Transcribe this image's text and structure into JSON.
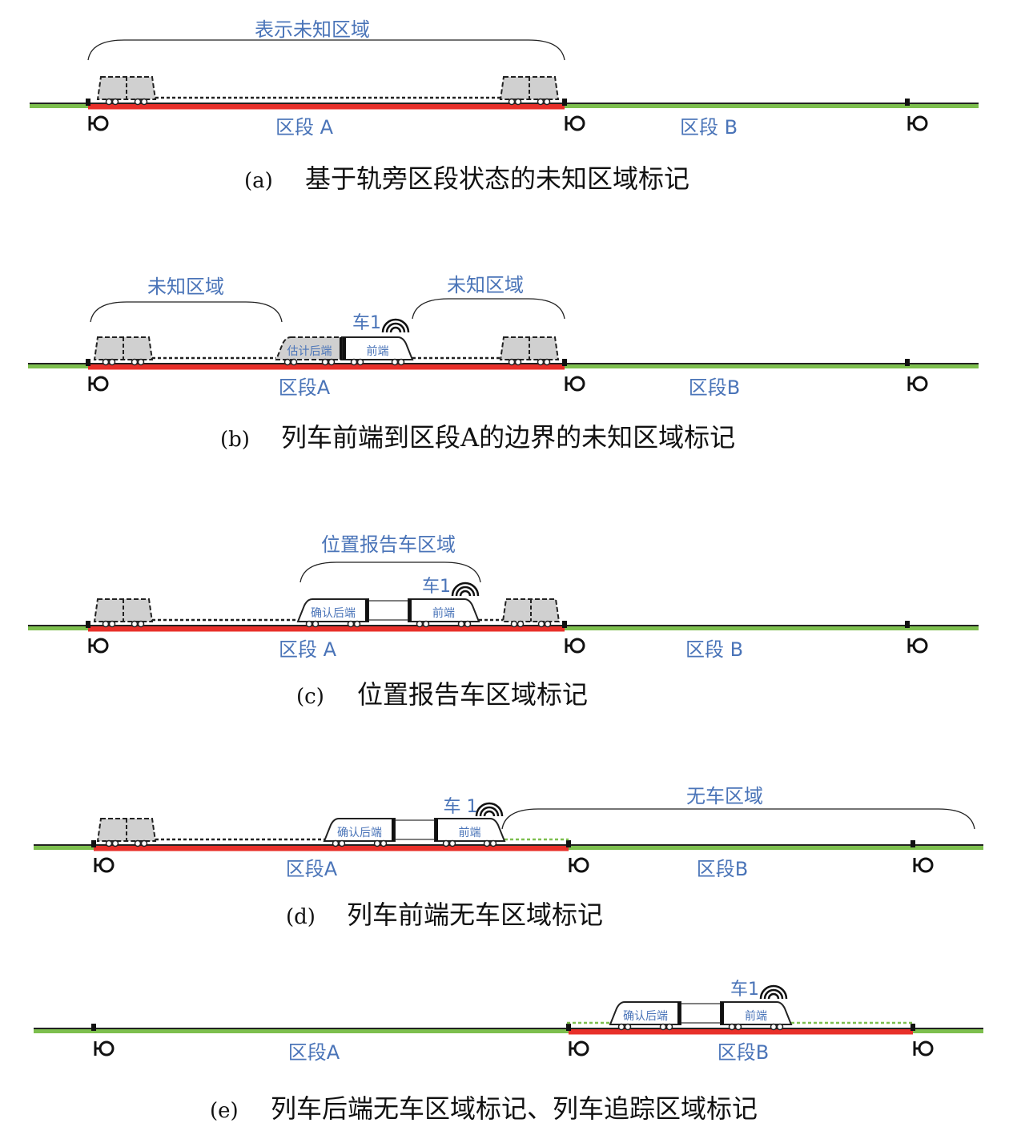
{
  "colors": {
    "occupied": "#e8302a",
    "free": "#7dbf4e",
    "label": "#4a74b8",
    "ghost": "#d0d0d0"
  },
  "panels": [
    {
      "caption_tag": "(a)",
      "caption": "基于轨旁区段状态的未知区域标记",
      "section_a": "区段 A",
      "section_b": "区段  B",
      "braces": [
        "表示未知区域"
      ],
      "train_label": null
    },
    {
      "caption_tag": "(b)",
      "caption": "列车前端到区段A的边界的未知区域标记",
      "section_a": "区段A",
      "section_b": "区段B",
      "braces": [
        "未知区域",
        "未知区域"
      ],
      "train_label": "车1",
      "rear_label": "估计后端",
      "front_label": "前端"
    },
    {
      "caption_tag": "(c)",
      "caption": "位置报告车区域标记",
      "section_a": "区段 A",
      "section_b": "区段 B",
      "braces": [
        "位置报告车区域"
      ],
      "train_label": "车1",
      "rear_label": "确认后端",
      "front_label": "前端"
    },
    {
      "caption_tag": "(d)",
      "caption": "列车前端无车区域标记",
      "section_a": "区段A",
      "section_b": "区段B",
      "braces": [
        "无车区域"
      ],
      "train_label": "车 1",
      "rear_label": "确认后端",
      "front_label": "前端"
    },
    {
      "caption_tag": "(e)",
      "caption": "列车后端无车区域标记、列车追踪区域标记",
      "section_a": "区段A",
      "section_b": "区段B",
      "braces": [],
      "train_label": "车1",
      "rear_label": "确认后端",
      "front_label": "前端"
    }
  ]
}
